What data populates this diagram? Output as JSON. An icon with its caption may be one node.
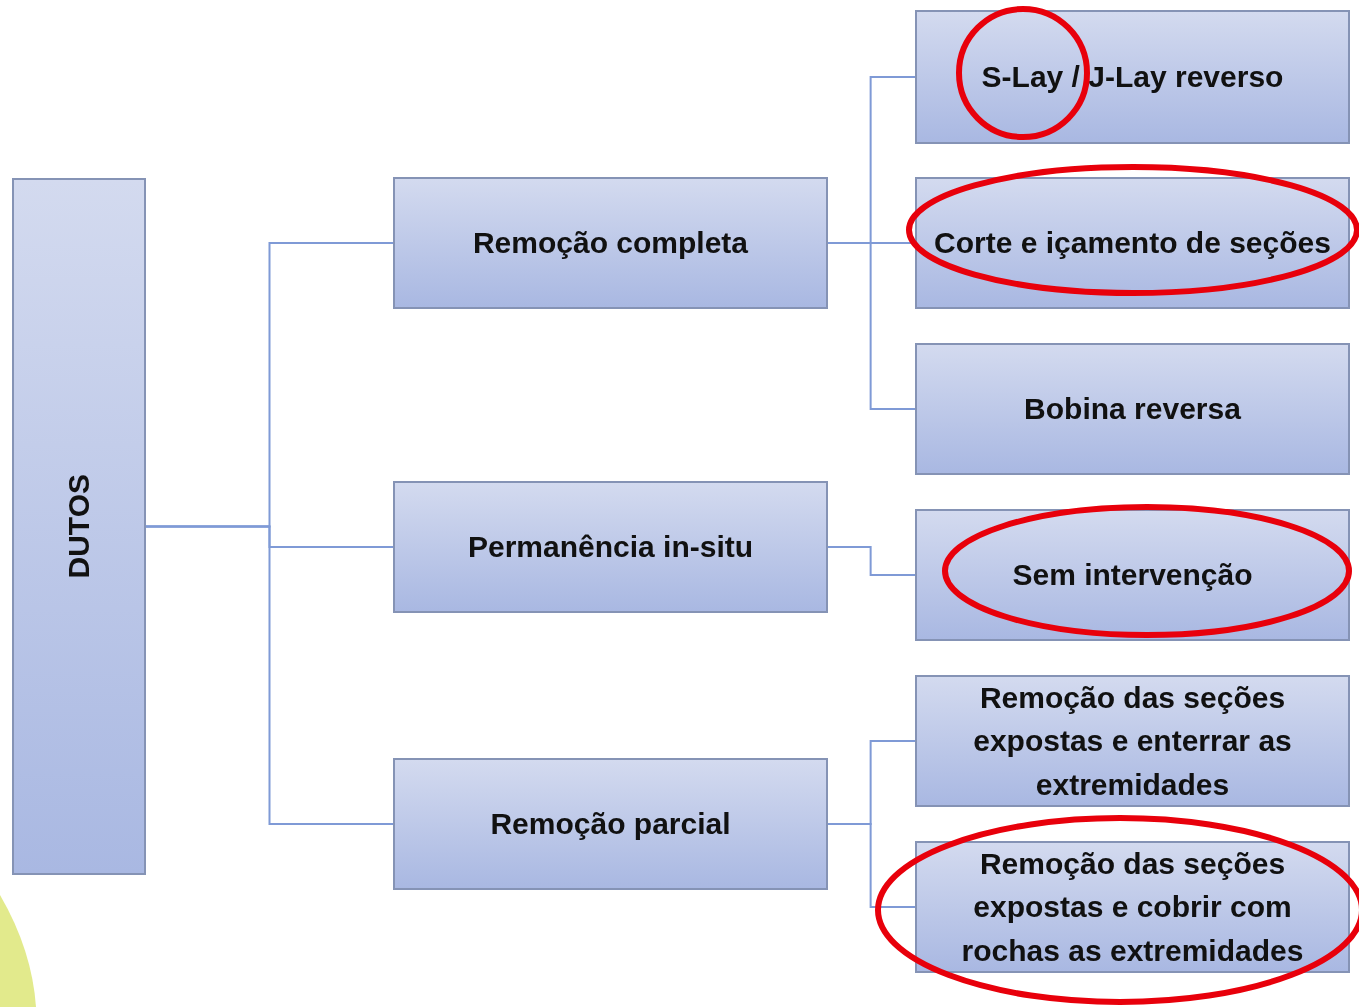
{
  "diagram": {
    "nodes": [
      {
        "text": [
          "DUTOS"
        ]
      },
      {
        "text": [
          "Remoção completa"
        ]
      },
      {
        "text": [
          "Permanência in-situ"
        ]
      },
      {
        "text": [
          "Remoção parcial"
        ]
      },
      {
        "text": [
          "S-Lay / J-Lay reverso"
        ]
      },
      {
        "text": [
          "Corte e içamento de seções"
        ]
      },
      {
        "text": [
          "Bobina reversa"
        ]
      },
      {
        "text": [
          "Sem intervenção"
        ]
      },
      {
        "text": [
          "Remoção das seções expostas e enterrar as extremidades"
        ]
      },
      {
        "text": [
          "Remoção das seções expostas e cobrir com rochas as extremidades"
        ]
      }
    ],
    "edges": [
      {
        "from": 0,
        "to": 1,
        "arrow": "none"
      },
      {
        "from": 0,
        "to": 2,
        "arrow": "none"
      },
      {
        "from": 0,
        "to": 3,
        "arrow": "none"
      },
      {
        "from": 1,
        "to": 4,
        "arrow": "none"
      },
      {
        "from": 1,
        "to": 5,
        "arrow": "none"
      },
      {
        "from": 1,
        "to": 6,
        "arrow": "none"
      },
      {
        "from": 2,
        "to": 7,
        "arrow": "none"
      },
      {
        "from": 3,
        "to": 8,
        "arrow": "none"
      },
      {
        "from": 3,
        "to": 9,
        "arrow": "none"
      }
    ]
  }
}
